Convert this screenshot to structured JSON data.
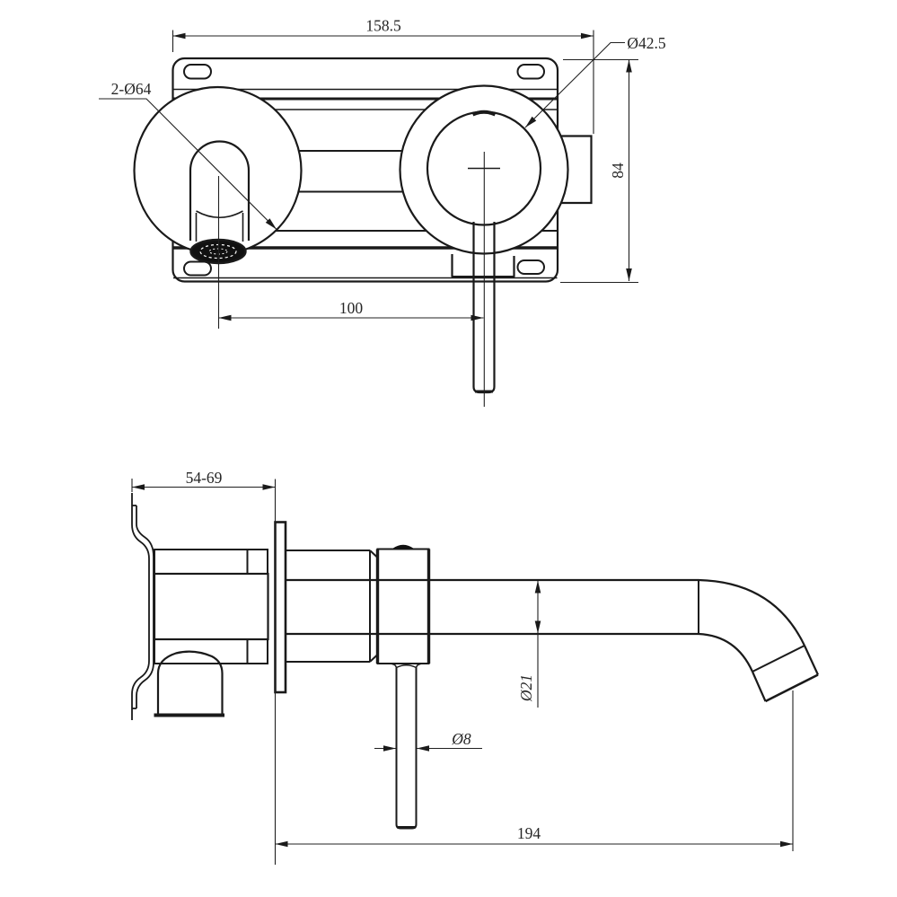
{
  "colors": {
    "background": "#ffffff",
    "line": "#1a1a1a",
    "text": "#262626"
  },
  "views": {
    "front": {
      "dims": {
        "plate_width": "158.5",
        "handle_trim_dia": "Ø42.5",
        "escutcheons_dia": "2-Ø64",
        "plate_height": "84",
        "centers_spacing": "100"
      }
    },
    "side": {
      "dims": {
        "wall_depth_range": "54-69",
        "spout_tube_dia": "Ø21",
        "lever_rod_dia": "Ø8",
        "spout_reach": "194"
      }
    }
  }
}
